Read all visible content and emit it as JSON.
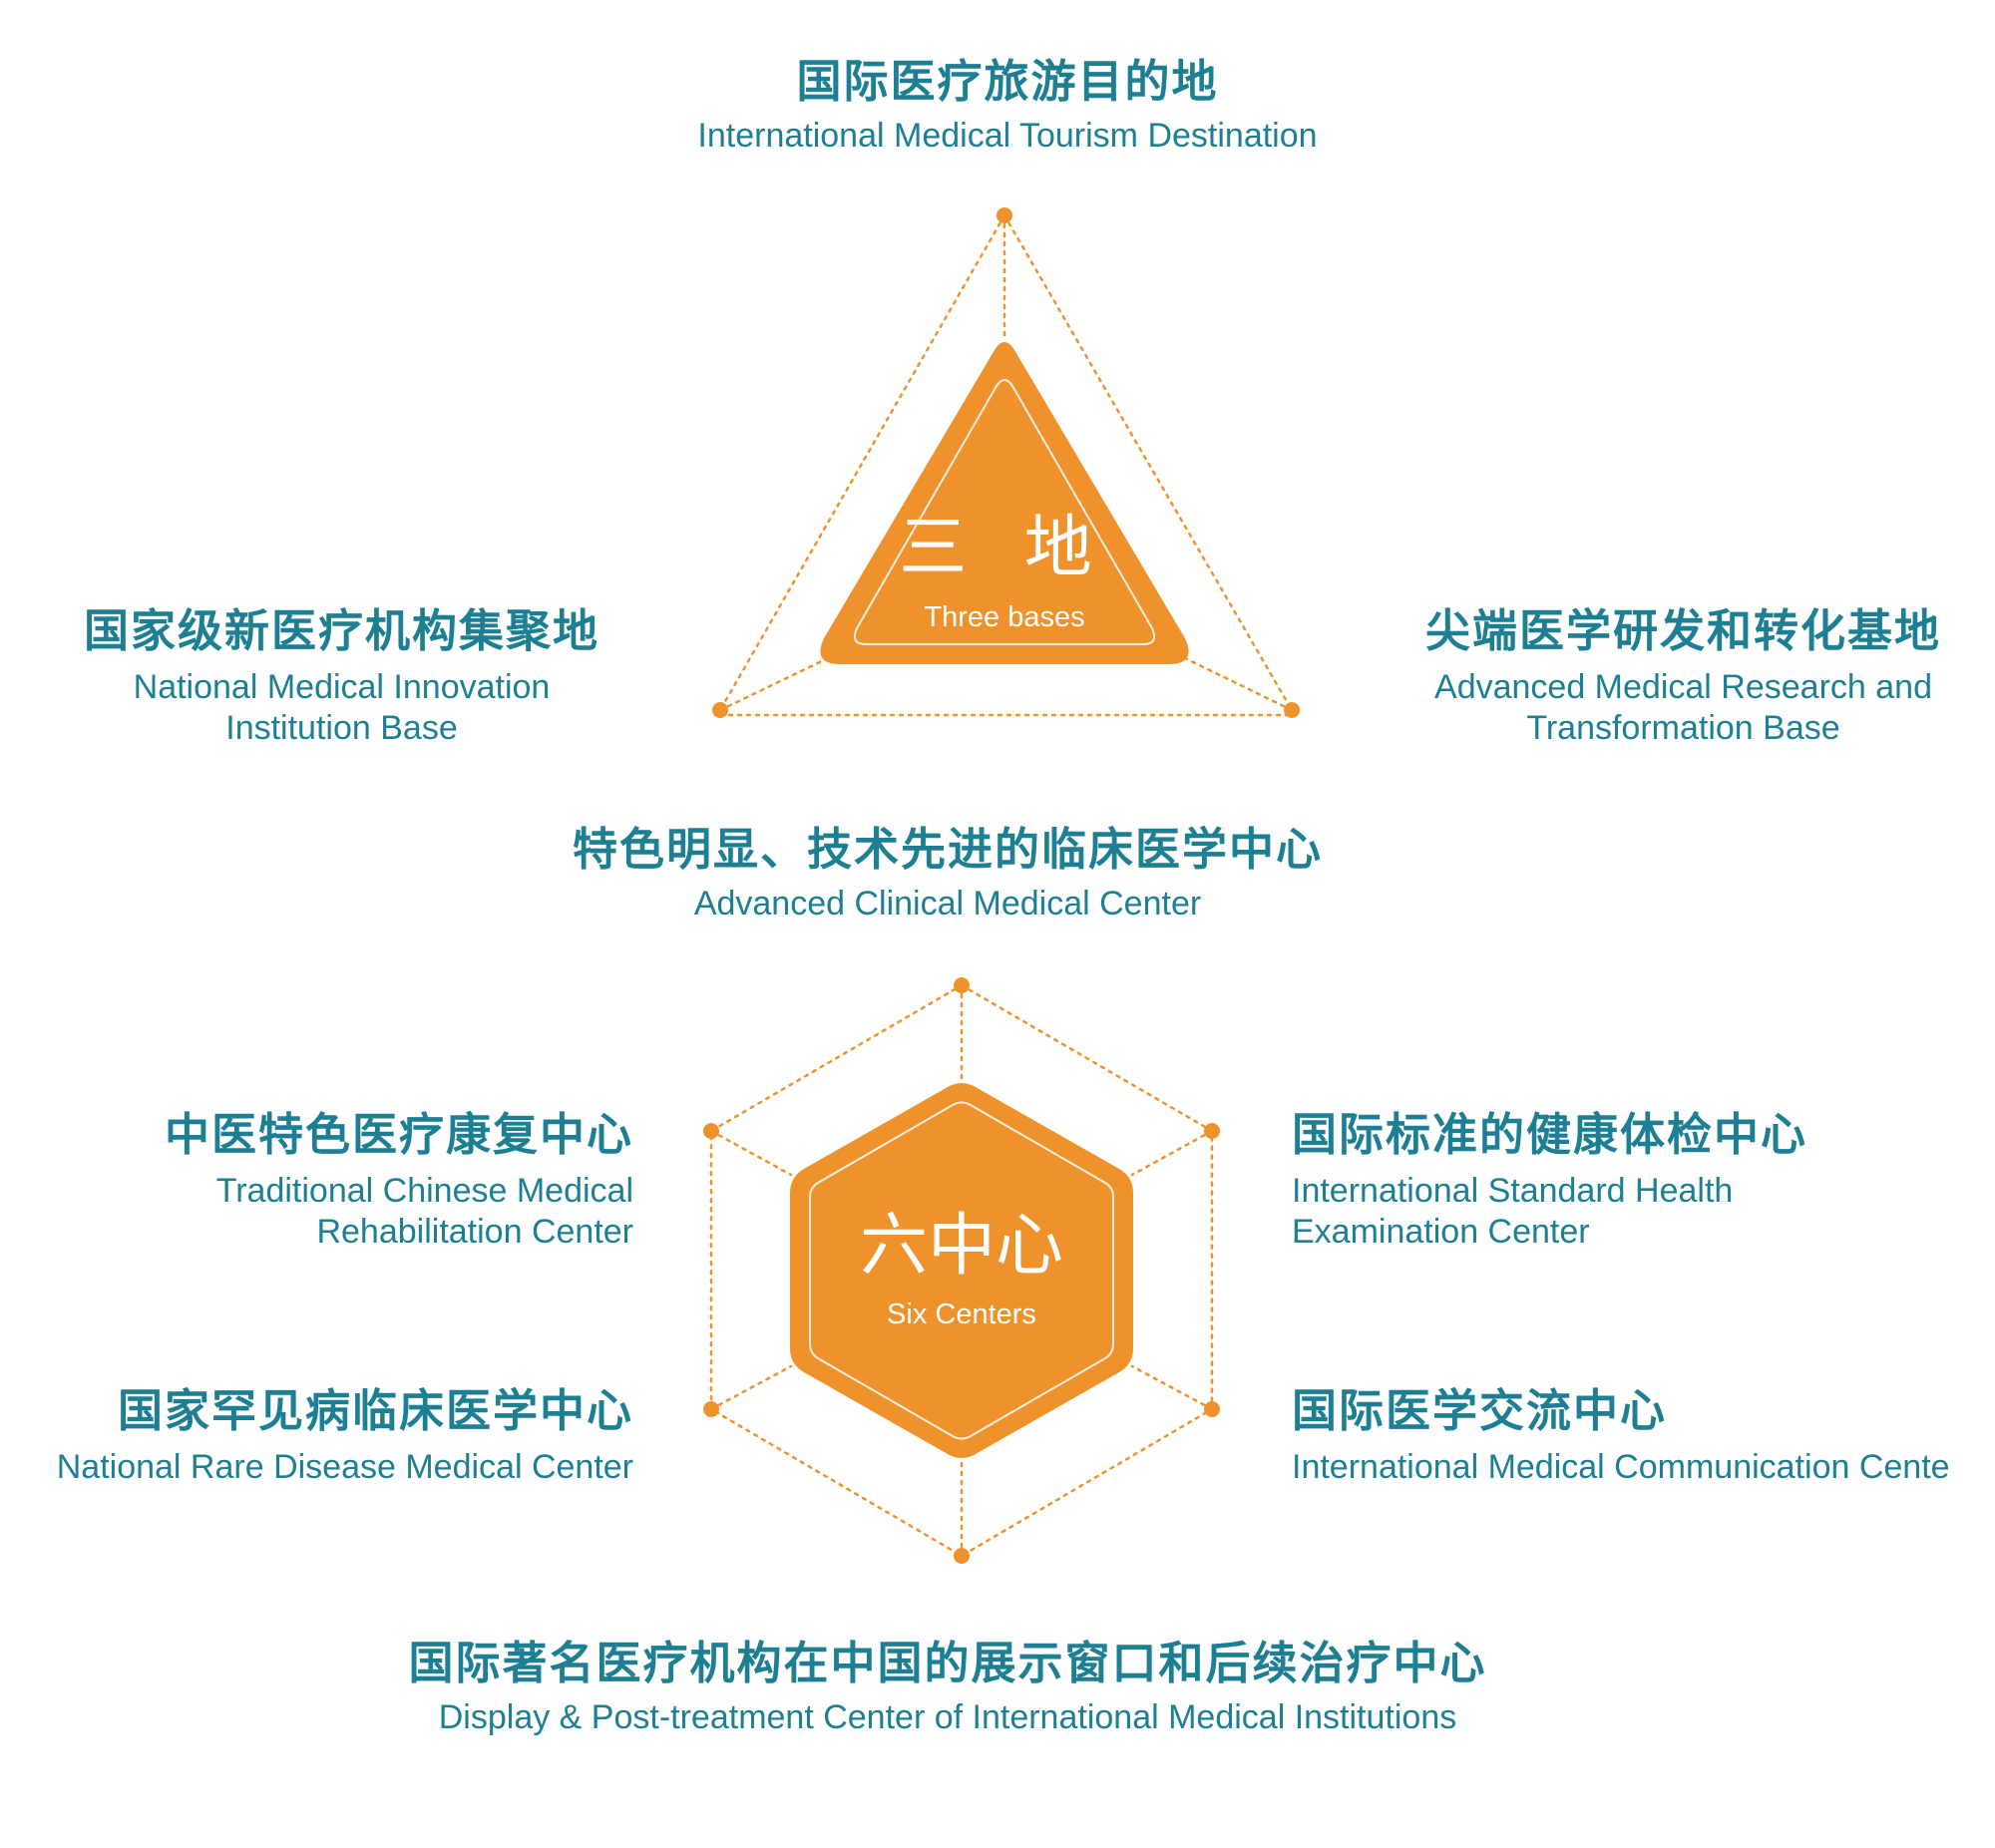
{
  "colors": {
    "accent": "#f0922b",
    "text": "#1d7f93",
    "white": "#ffffff"
  },
  "three_bases": {
    "title_cn": "三 地",
    "title_en": "Three bases",
    "top": {
      "cn": "国际医疗旅游目的地",
      "en": "International Medical Tourism Destination"
    },
    "left": {
      "cn": "国家级新医疗机构集聚地",
      "en_line1": "National Medical Innovation",
      "en_line2": "Institution Base"
    },
    "right": {
      "cn": "尖端医学研发和转化基地",
      "en_line1": "Advanced Medical Research and",
      "en_line2": "Transformation Base"
    }
  },
  "six_centers": {
    "title_cn": "六中心",
    "title_en": "Six Centers",
    "top": {
      "cn": "特色明显、技术先进的临床医学中心",
      "en": "Advanced Clinical Medical Center"
    },
    "upper_left": {
      "cn": "中医特色医疗康复中心",
      "en_line1": "Traditional Chinese Medical",
      "en_line2": "Rehabilitation Center"
    },
    "upper_right": {
      "cn": "国际标准的健康体检中心",
      "en_line1": "International Standard Health",
      "en_line2": "Examination Center"
    },
    "lower_left": {
      "cn": "国家罕见病临床医学中心",
      "en": "National Rare Disease Medical Center"
    },
    "lower_right": {
      "cn": "国际医学交流中心",
      "en": "International Medical Communication Cente"
    },
    "bottom": {
      "cn": "国际著名医疗机构在中国的展示窗口和后续治疗中心",
      "en": "Display & Post-treatment Center of International Medical Institutions"
    }
  }
}
